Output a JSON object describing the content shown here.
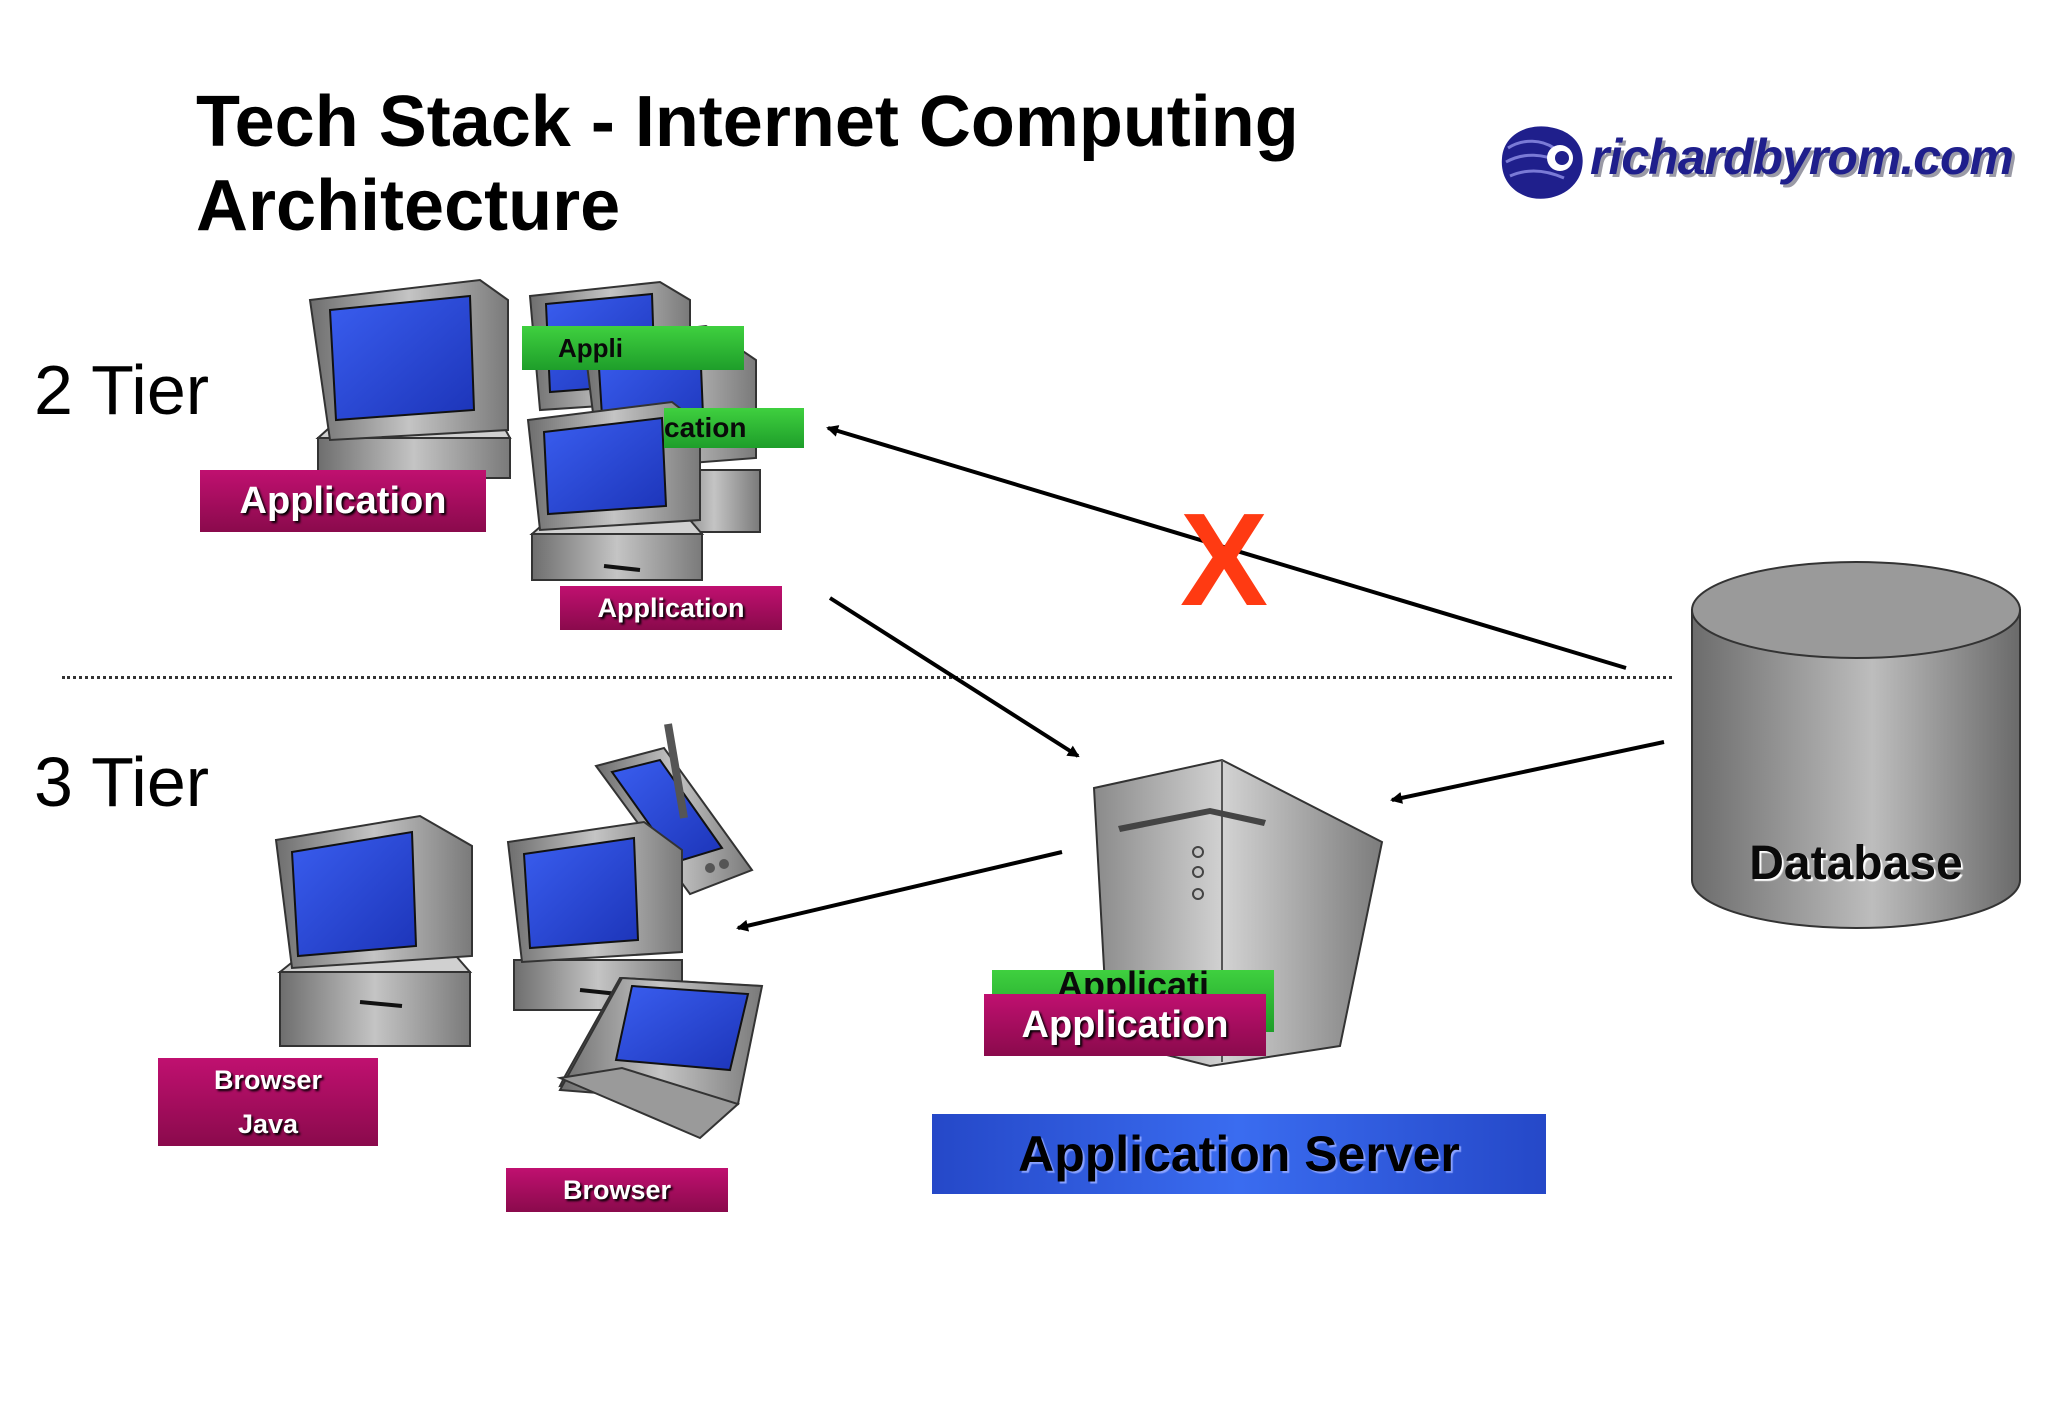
{
  "title": {
    "line1": "Tech Stack - Internet Computing",
    "line2": "Architecture"
  },
  "logo": {
    "text": "richardbyrom.com"
  },
  "tiers": {
    "two": "2 Tier",
    "three": "3 Tier"
  },
  "two_tier": {
    "label_main": "Application",
    "label_green_a": "Appli",
    "label_green_b": "cation",
    "label_small": "Application"
  },
  "three_tier": {
    "browser_java_line1": "Browser",
    "browser_java_line2": "Java",
    "browser": "Browser"
  },
  "app_server": {
    "green_label": "Applicati",
    "label": "Application",
    "banner": "Application Server"
  },
  "database": {
    "label": "Database"
  },
  "x_mark": "X",
  "colors": {
    "magenta_label": "#b0105e",
    "green_label": "#2fbf35",
    "blue_banner": "#2f5be0",
    "x_mark": "#ff3a12",
    "screen": "#2a48d8"
  }
}
